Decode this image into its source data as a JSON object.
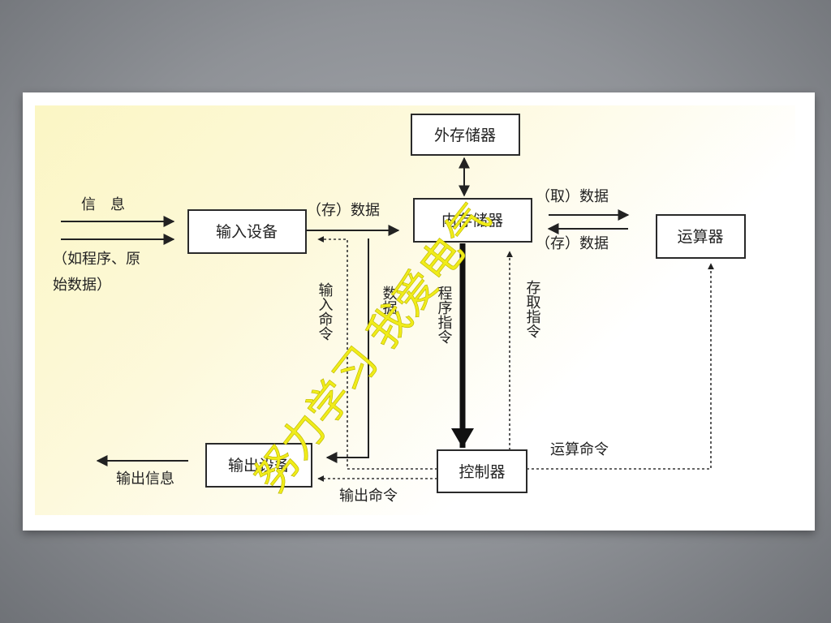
{
  "boxes": {
    "external_storage": "外存储器",
    "main_memory": "内存储器",
    "input_device": "输入设备",
    "output_device": "输出设备",
    "controller": "控制器",
    "alu": "运算器"
  },
  "labels": {
    "info_in": "信　息",
    "info_in_note_1": "（如程序、原",
    "info_in_note_2": "始数据）",
    "store_data": "（存）数据",
    "fetch_data": "（取）数据",
    "store_data_2": "（存）数据",
    "input_command": "输入命令",
    "data_vertical": "数据",
    "program_instruction": "程序指令",
    "access_instruction": "存取指令",
    "alu_command": "运算命令",
    "output_command": "输出命令",
    "output_info": "输出信息"
  },
  "watermark": "努力学习 我爱电气"
}
